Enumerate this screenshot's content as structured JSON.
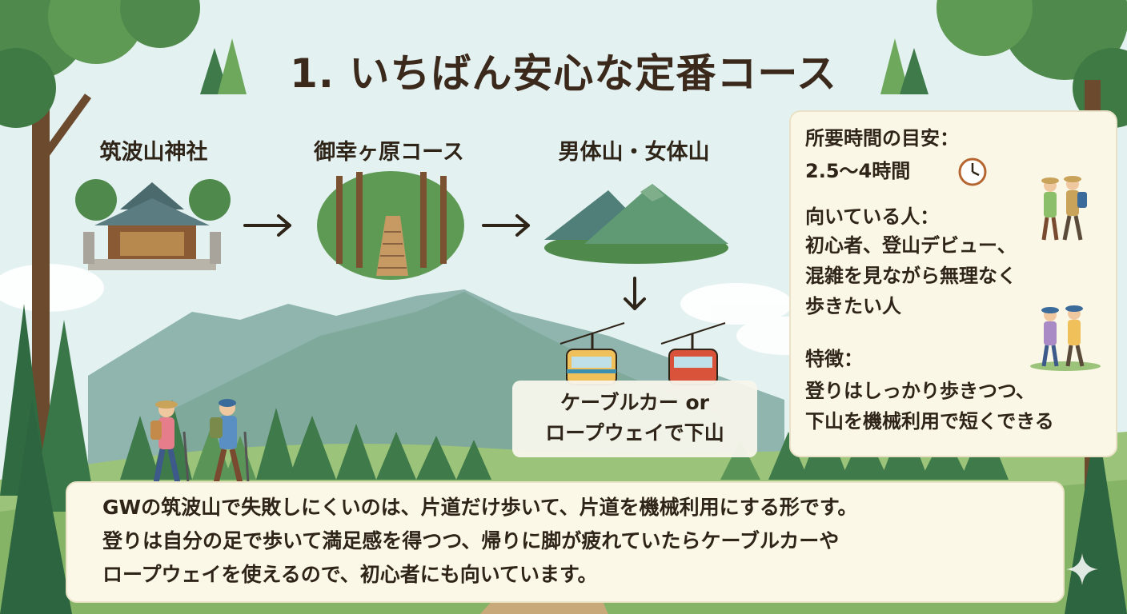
{
  "title": "1. いちばん安心な定番コース",
  "steps": [
    {
      "label": "筑波山神社",
      "illustration": "shrine"
    },
    {
      "label": "御幸ヶ原コース",
      "illustration": "forest-trail"
    },
    {
      "label": "男体山・女体山",
      "illustration": "twin-peaks"
    }
  ],
  "descent": {
    "lines": [
      "ケーブルカー or",
      "ロープウェイで下山"
    ]
  },
  "sidebar": {
    "time_heading": "所要時間の目安：",
    "time_value": "2.5〜4時間",
    "time_icon": "clock-icon",
    "audience_heading": "向いている人：",
    "audience_lines": [
      "初心者、登山デビュー、",
      "混雑を見ながら無理なく",
      "歩きたい人"
    ],
    "feature_heading": "特徴：",
    "feature_lines": [
      "登りはしっかり歩きつつ、",
      "下山を機械利用で短くできる"
    ]
  },
  "summary_lines": [
    "GWの筑波山で失敗しにくいのは、片道だけ歩いて、片道を機械利用にする形です。",
    "登りは自分の足で歩いて満足感を得つつ、帰りに脚が疲れていたらケーブルカーや",
    "ロープウェイを使えるので、初心者にも向いています。"
  ],
  "colors": {
    "text": "#2f2418",
    "panel": "#fbf8e7",
    "forest": "#4f8a4c",
    "mountain": "#7fa99a"
  }
}
